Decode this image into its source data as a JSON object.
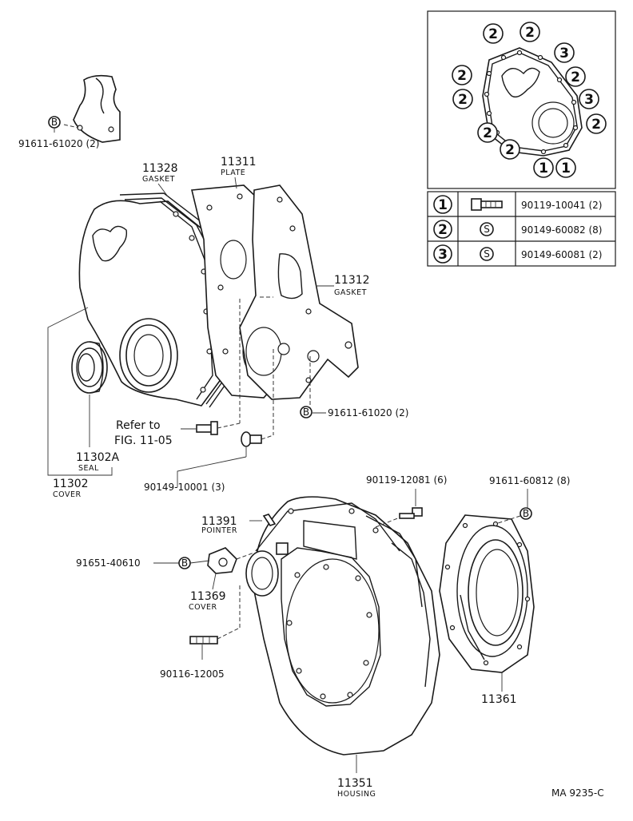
{
  "parts": {
    "p91611_61020_top": "91611-61020 (2)",
    "p11328_num": "11328",
    "p11328_sub": "GASKET",
    "p11311_num": "11311",
    "p11311_sub": "PLATE",
    "p11312_num": "11312",
    "p11312_sub": "GASKET",
    "p91611_61020_mid": "91611-61020 (2)",
    "refer_line1": "Refer to",
    "refer_line2": "FIG. 11-05",
    "p11302A_num": "11302A",
    "p11302A_sub": "SEAL",
    "p11302_num": "11302",
    "p11302_sub": "COVER",
    "p90149_10001": "90149-10001 (3)",
    "p90119_12081": "90119-12081 (6)",
    "p91611_60812": "91611-60812 (8)",
    "p11391_num": "11391",
    "p11391_sub": "POINTER",
    "p91651_40610": "91651-40610",
    "p11369_num": "11369",
    "p11369_sub": "COVER",
    "p90116_12005": "90116-12005",
    "p11361": "11361",
    "p11351_num": "11351",
    "p11351_sub": "HOUSING",
    "figure_code": "MA 9235-C"
  },
  "bolt_marker": "B",
  "inset": {
    "circle_labels": [
      "2",
      "2",
      "3",
      "2",
      "2",
      "3",
      "2",
      "2",
      "2",
      "2",
      "1",
      "1"
    ],
    "table": [
      {
        "key": "1",
        "part": "90119-10041 (2)",
        "icon": "bolt-icon"
      },
      {
        "key": "2",
        "part": "90149-60082 (8)",
        "icon": "s-washer-icon",
        "symbol": "S"
      },
      {
        "key": "3",
        "part": "90149-60081 (2)",
        "icon": "s-washer-icon",
        "symbol": "S"
      }
    ]
  }
}
